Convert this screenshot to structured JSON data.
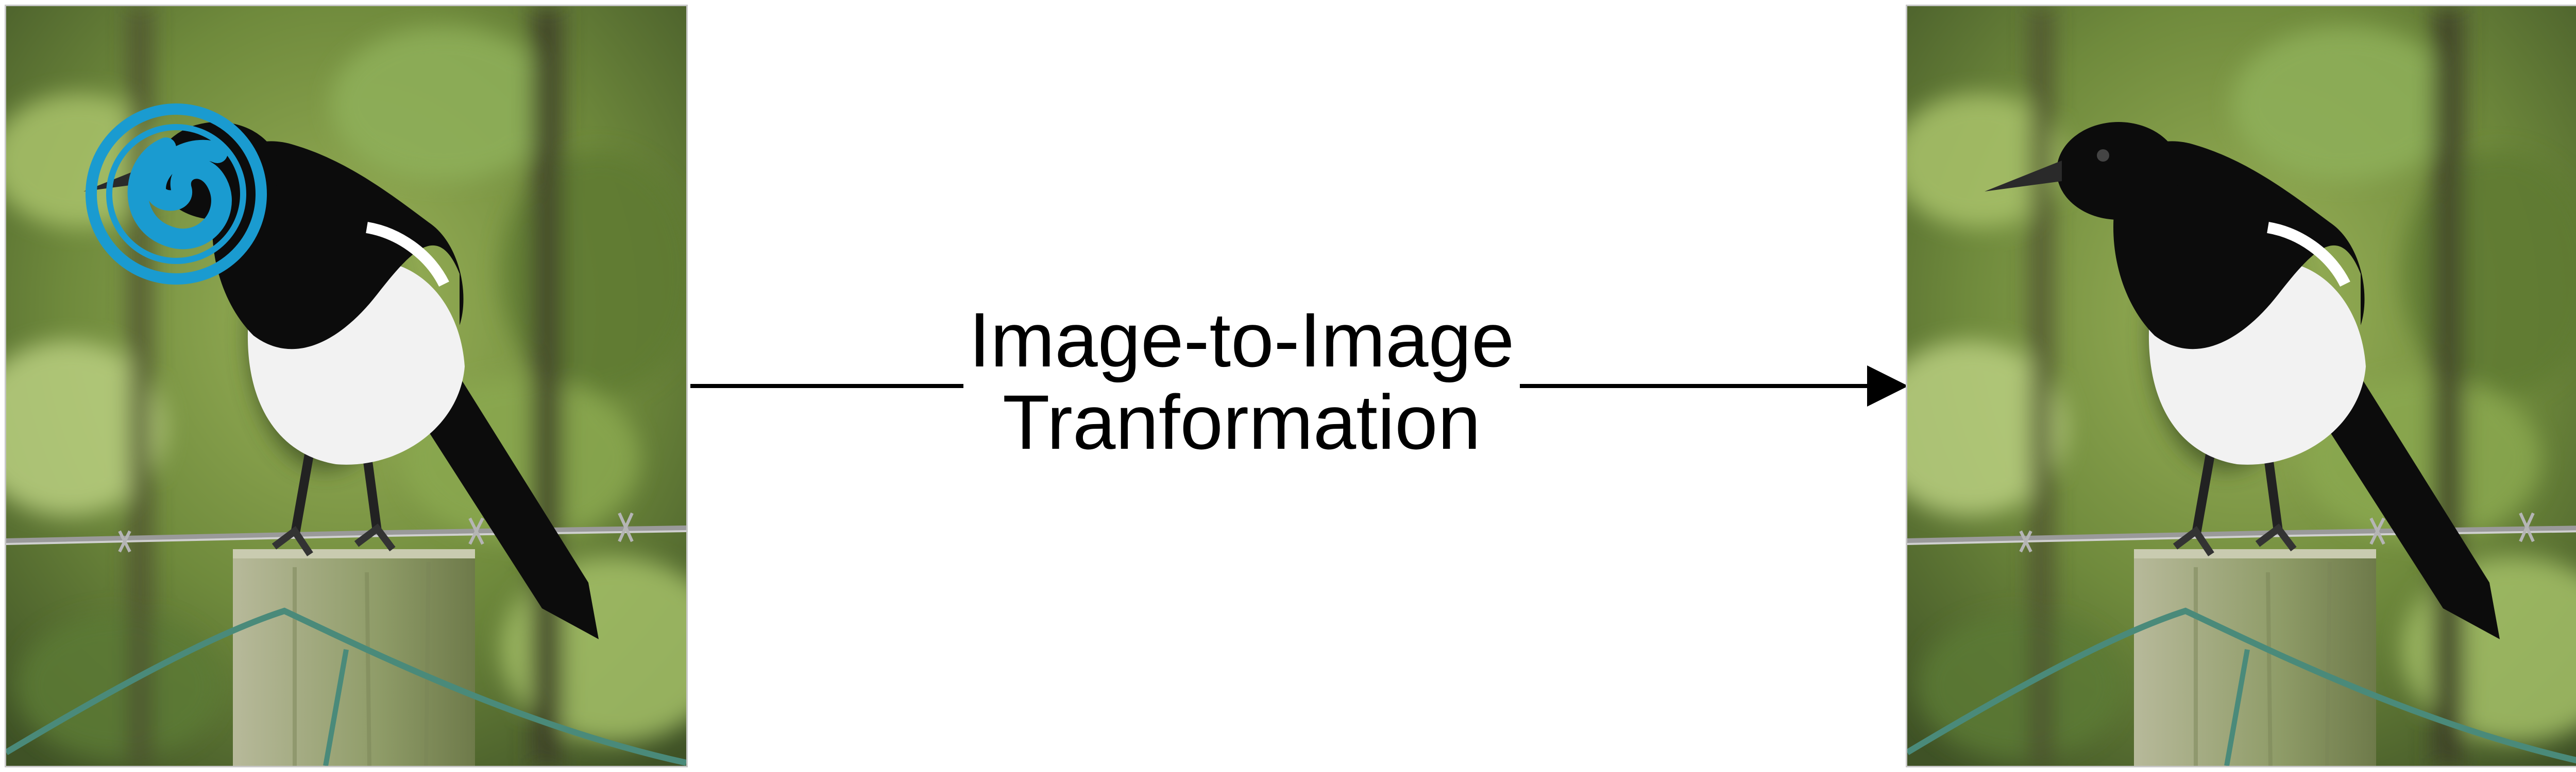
{
  "diagram": {
    "label_line1": "Image-to-Image",
    "label_line2": "Tranformation"
  },
  "panels": {
    "input": {
      "subject": "magpie-on-fence-post",
      "overlay": "spiral-logo-icon",
      "overlay_color": "#1a9bd0"
    },
    "output": {
      "subject": "magpie-on-fence-post"
    }
  },
  "colors": {
    "arrow": "#000000",
    "background_foliage": "#6f8a3c",
    "bird_black": "#0c0c0c",
    "bird_white": "#f2f2f2",
    "post": "#9aa27e",
    "wire": "#9a9a9a"
  }
}
